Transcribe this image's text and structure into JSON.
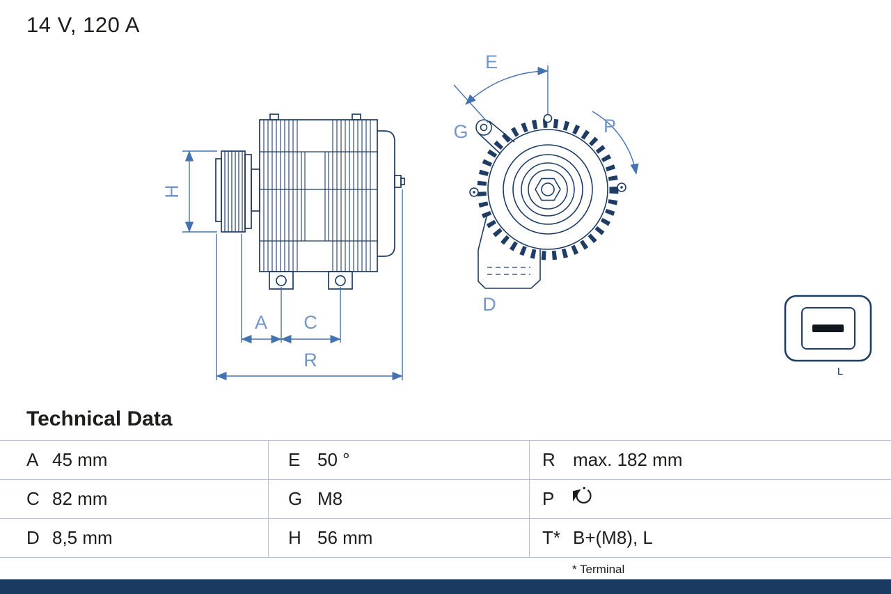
{
  "header": {
    "title": "14 V, 120 A"
  },
  "diagram": {
    "dimension_labels": {
      "H": "H",
      "A": "A",
      "C": "C",
      "R": "R",
      "E": "E",
      "G": "G",
      "P": "P",
      "D": "D"
    },
    "connector": {
      "label": "L",
      "icon": "single-pin-connector-icon"
    }
  },
  "technical_data": {
    "title": "Technical Data",
    "rows": [
      {
        "cells": [
          {
            "key": "A",
            "value": "45 mm"
          },
          {
            "key": "E",
            "value": "50 °"
          },
          {
            "key": "R",
            "value": "max. 182 mm"
          }
        ]
      },
      {
        "cells": [
          {
            "key": "C",
            "value": "82 mm"
          },
          {
            "key": "G",
            "value": "M8"
          },
          {
            "key": "P",
            "value": "",
            "icon": "rotation-clockwise"
          }
        ]
      },
      {
        "cells": [
          {
            "key": "D",
            "value": "8,5 mm"
          },
          {
            "key": "H",
            "value": "56 mm"
          },
          {
            "key": "T*",
            "value": "B+(M8), L"
          }
        ]
      }
    ],
    "footnote": "* Terminal"
  },
  "colors": {
    "drawing_line": "#1e3c64",
    "dimension_line": "#4472b0",
    "dimension_label": "#7396c6",
    "table_divider": "#b6c3d4",
    "text": "#1d1d1b",
    "footer_bar": "#1a3a61"
  }
}
